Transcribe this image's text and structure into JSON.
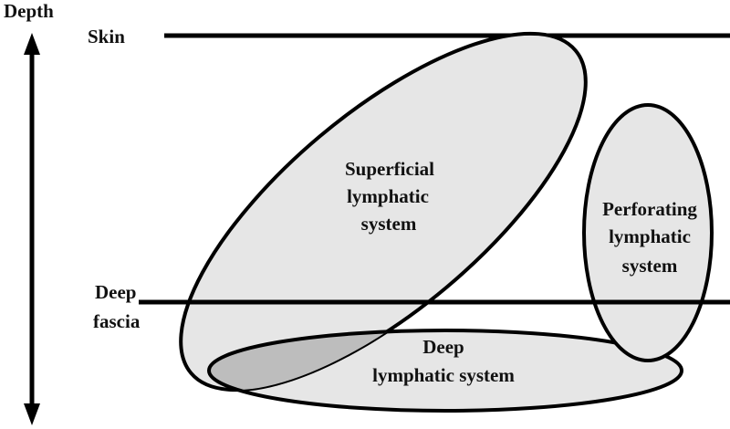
{
  "axis": {
    "label": "Depth"
  },
  "levels": {
    "skin": "Skin",
    "deep_fascia_line1": "Deep",
    "deep_fascia_line2": "fascia"
  },
  "systems": {
    "superficial": [
      "Superficial",
      "lymphatic",
      "system"
    ],
    "perforating": [
      "Perforating",
      "lymphatic",
      "system"
    ],
    "deep": [
      "Deep",
      "lymphatic system"
    ]
  },
  "colors": {
    "region_fill": "#e6e6e6",
    "overlap_fill": "#bdbdbd",
    "stroke": "#000000"
  }
}
